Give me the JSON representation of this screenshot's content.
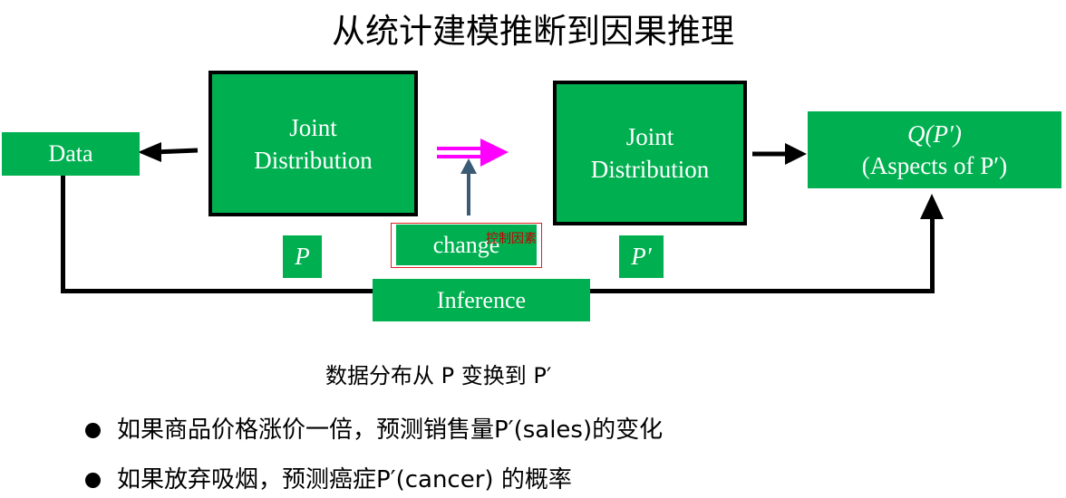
{
  "title": "从统计建模推断到因果推理",
  "diagram": {
    "data_label": "Data",
    "joint_left": [
      "Joint",
      "Distribution"
    ],
    "joint_right": [
      "Joint",
      "Distribution"
    ],
    "p_label": "P",
    "p_prime_label": "P′",
    "change_label": "change",
    "change_note": "控制因素",
    "inference_label": "Inference",
    "q_label": "Q(P′)",
    "aspects_label": "(Aspects of P′)"
  },
  "caption": "数据分布从 P 变换到 P′",
  "bullets": [
    "如果商品价格涨价一倍，预测销售量P′(sales)的变化",
    "如果放弃吸烟，预测癌症P′(cancer) 的概率"
  ],
  "colors": {
    "box_green": "#00b050",
    "arrow_magenta": "#ff00ff",
    "arrow_slate": "#3b5a74",
    "note_red": "#c00000"
  }
}
